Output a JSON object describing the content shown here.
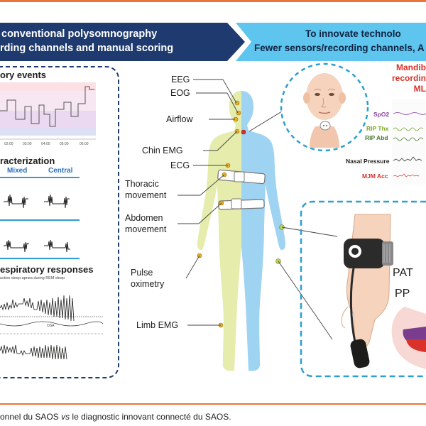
{
  "banner_left": {
    "line1": "conventional polysomnography",
    "line2": "rding channels and manual scoring"
  },
  "banner_right": {
    "line1": "To innovate technolo",
    "line2": "Fewer sensors/recording channels, A"
  },
  "left_panel": {
    "events_title": "ory events",
    "hypnogram_ticks": [
      "02:00",
      "03:00",
      "04:00",
      "05:00",
      "06:00"
    ],
    "characterization_title": "racterization",
    "mixed_label": "Mixed",
    "central_label": "Central",
    "responses_title": "espiratory  responses",
    "responses_note": "uctive sleep apnea during REM sleep",
    "osa_label": "OSA"
  },
  "body_labels": {
    "eeg": "EEG",
    "eog": "EOG",
    "airflow": "Airflow",
    "chin_emg": "Chin EMG",
    "ecg": "ECG",
    "thoracic": [
      "Thoracic",
      "movement"
    ],
    "abdomen": [
      "Abdomen",
      "movement"
    ],
    "pulse": [
      "Pulse",
      "oximetry"
    ],
    "limb_emg": "Limb EMG"
  },
  "right_panel": {
    "mandible_title": [
      "Mandib",
      "recordin",
      "ML"
    ],
    "signals": [
      {
        "label": "SpO2",
        "color": "#8a3fa0"
      },
      {
        "label": "RIP Thx",
        "color": "#7ba428"
      },
      {
        "label": "RIP Abd",
        "color": "#4a7a2a"
      },
      {
        "label": "Nasal Pressure",
        "color": "#1d1d1b"
      },
      {
        "label": "MJM Acc",
        "color": "#d8322b"
      }
    ],
    "pat_label": "PAT",
    "ppg_label": "PP"
  },
  "caption": {
    "part1": "onnel du SAOS ",
    "vs": "vs",
    "part2": " le diagnostic innovant connecté du SAOS."
  },
  "colors": {
    "navy": "#1e3a6e",
    "sky": "#5ec5ee",
    "orange": "#e8743b",
    "body_left": "#e5ecac",
    "body_right": "#9fd3f2",
    "sensor": "#e3b02b"
  }
}
